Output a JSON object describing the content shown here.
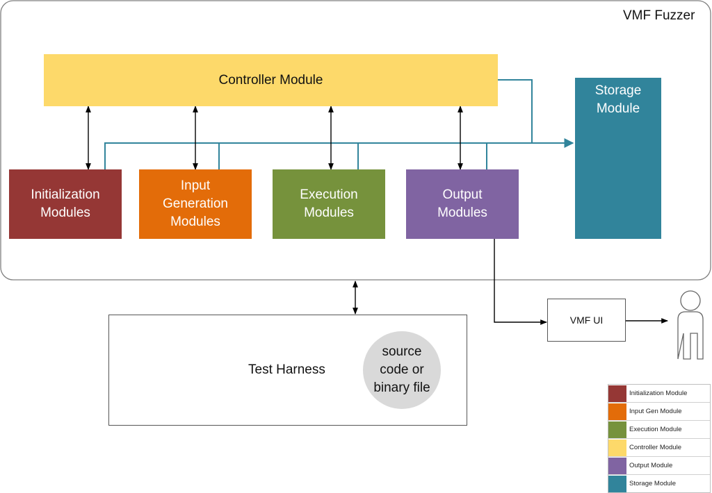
{
  "diagram": {
    "frame_title": "VMF Fuzzer",
    "controller": {
      "label": "Controller Module",
      "color": "#FDD96A"
    },
    "storage": {
      "label": "Storage\nModule",
      "color": "#31849B"
    },
    "modules": [
      {
        "id": "initialization",
        "label": "Initialization\nModules",
        "color": "#953735"
      },
      {
        "id": "input-generation",
        "label": "Input\nGeneration\nModules",
        "color": "#E36C09"
      },
      {
        "id": "execution",
        "label": "Execution\nModules",
        "color": "#76923C"
      },
      {
        "id": "output",
        "label": "Output\nModules",
        "color": "#8064A2"
      }
    ],
    "vmf_ui": {
      "label": "VMF UI"
    },
    "test_harness": {
      "label": "Test Harness"
    },
    "target": {
      "label": "source\ncode or\nbinary file",
      "color": "#D9D9D9"
    },
    "colors": {
      "storage_line": "#31849B",
      "arrow": "#000000",
      "border": "#7f7f7f"
    }
  },
  "legend": [
    {
      "label": "Initialization Module",
      "color": "#953735"
    },
    {
      "label": "Input Gen Module",
      "color": "#E36C09"
    },
    {
      "label": "Execution Module",
      "color": "#76923C"
    },
    {
      "label": "Controller Module",
      "color": "#FDD96A"
    },
    {
      "label": "Output Module",
      "color": "#8064A2"
    },
    {
      "label": "Storage Module",
      "color": "#31849B"
    }
  ]
}
